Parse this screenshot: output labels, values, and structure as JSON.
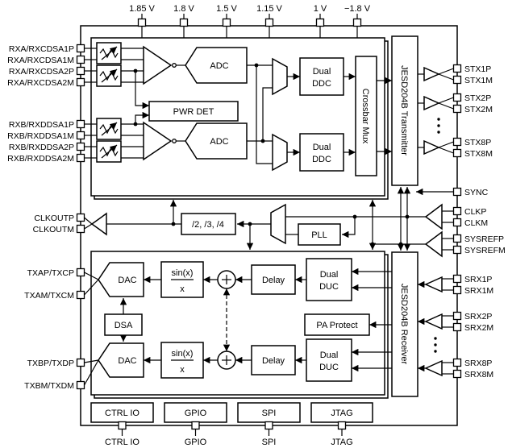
{
  "supplies": [
    "1.85 V",
    "1.8 V",
    "1.5 V",
    "1.15 V",
    "1 V",
    "−1.8 V"
  ],
  "left_pins": {
    "rx": [
      "RXA/RXCDSA1P",
      "RXA/RXCDSA1M",
      "RXA/RXCDSA2P",
      "RXA/RXCDSA2M",
      "RXB/RXDDSA1P",
      "RXB/RXDDSA1M",
      "RXB/RXDDSA2P",
      "RXB/RXDDSA2M"
    ],
    "clkout": [
      "CLKOUTP",
      "CLKOUTM"
    ],
    "tx": [
      "TXAP/TXCP",
      "TXAM/TXCM",
      "TXBP/TXDP",
      "TXBM/TXDM"
    ]
  },
  "right_pins": {
    "stx": [
      "STX1P",
      "STX1M",
      "STX2P",
      "STX2M",
      "STX8P",
      "STX8M"
    ],
    "sync": "SYNC",
    "clk": [
      "CLKP",
      "CLKM"
    ],
    "sysref": [
      "SYSREFP",
      "SYSREFM"
    ],
    "srx": [
      "SRX1P",
      "SRX1M",
      "SRX2P",
      "SRX2M",
      "SRX8P",
      "SRX8M"
    ]
  },
  "bottom_pins": [
    "CTRL IO",
    "GPIO",
    "SPI",
    "JTAG"
  ],
  "blocks": {
    "adc": "ADC",
    "pwr_det": "PWR DET",
    "dual": "Dual",
    "ddc": "DDC",
    "duc": "DUC",
    "crossbar_mux": "Crossbar Mux",
    "jesd_tx": "JESD204B Transmitter",
    "jesd_rx": "JESD204B Receiver",
    "divider": "/2, /3, /4",
    "pll": "PLL",
    "dac": "DAC",
    "dsa": "DSA",
    "sinx_num": "sin(x)",
    "sinx_den": "x",
    "delay": "Delay",
    "pa_protect": "PA Protect"
  },
  "colors": {
    "line": "#000000",
    "background": "#ffffff"
  }
}
